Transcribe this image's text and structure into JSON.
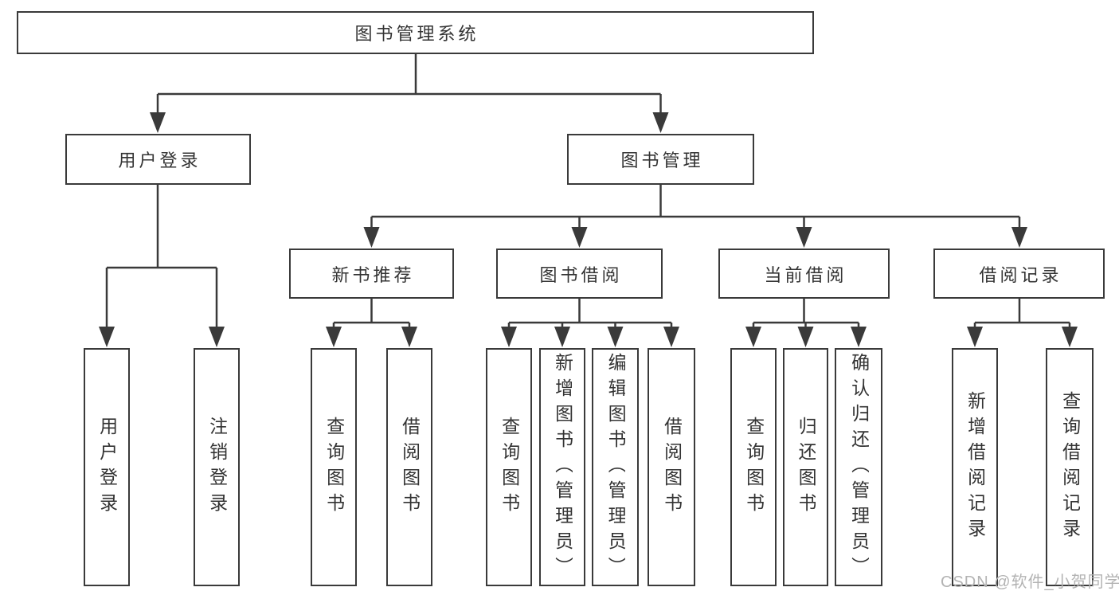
{
  "diagram": {
    "root": "图书管理系统",
    "level2": [
      "用户登录",
      "图书管理"
    ],
    "level3": [
      "新书推荐",
      "图书借阅",
      "当前借阅",
      "借阅记录"
    ],
    "level4": {
      "user_login": [
        "用户登录",
        "注销登录"
      ],
      "new_book_recommend": [
        "查询图书",
        "借阅图书"
      ],
      "book_borrow": [
        "查询图书",
        "新增图书（管理员）",
        "编辑图书（管理员）",
        "借阅图书"
      ],
      "current_borrow": [
        "查询图书",
        "归还图书",
        "确认归还（管理员）"
      ],
      "borrow_record": [
        "新增借阅记录",
        "查询借阅记录"
      ]
    }
  },
  "watermark": "CSDN @软件_小贺同学",
  "colors": {
    "line": "#3a3a3a",
    "text": "#333333",
    "watermark": "#b3b3b3",
    "background": "#ffffff"
  }
}
